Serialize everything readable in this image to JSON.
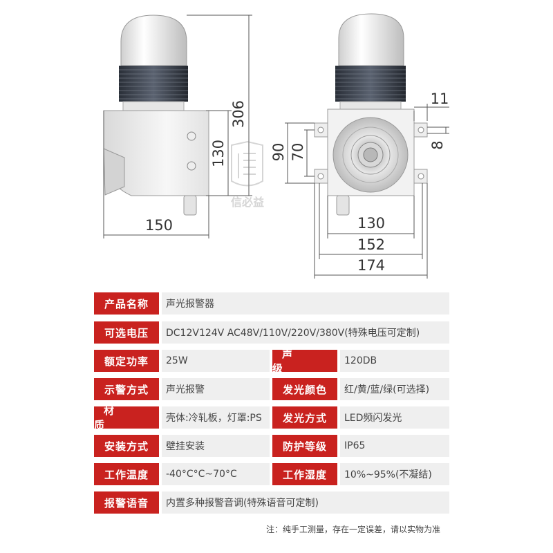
{
  "dimensions": {
    "side_width": "150",
    "side_height": "130",
    "total_height": "306",
    "body_width": "130",
    "flange_width": "152",
    "overall_width": "174",
    "bracket_tab": "11",
    "bracket_hole": "8",
    "mount_spacing": "90",
    "mount_inner": "70"
  },
  "watermark": {
    "text": "信必益"
  },
  "specs": {
    "product_name": {
      "label": "产品名称",
      "value": "声光报警器"
    },
    "voltage": {
      "label": "可选电压",
      "value": "DC12V124V    AC48V/110V/220V/380V(特殊电压可定制)"
    },
    "power": {
      "label": "额定功率",
      "value": "25W"
    },
    "sound_level": {
      "label": "声　级",
      "value": "120DB"
    },
    "alarm_mode": {
      "label": "示警方式",
      "value": "声光报警"
    },
    "light_color": {
      "label": "发光颜色",
      "value": "红/黄/蓝/绿(可选择)"
    },
    "material": {
      "label": "材　质",
      "value": "壳体:冷轧板，灯罩:PS"
    },
    "light_mode": {
      "label": "发光方式",
      "value": "LED频闪发光"
    },
    "install": {
      "label": "安装方式",
      "value": "壁挂安装"
    },
    "protection": {
      "label": "防护等级",
      "value": "IP65"
    },
    "temperature": {
      "label": "工作温度",
      "value": "-40°C°C~70°C"
    },
    "humidity": {
      "label": "工作湿度",
      "value": "10%~95%(不凝结)"
    },
    "voice": {
      "label": "报警语音",
      "value": "内置多种报警音调(特殊语音可定制)"
    }
  },
  "note": "注：纯手工测量，存在一定误差，请以实物为准",
  "colors": {
    "label_bg": "#c9221f",
    "value_bg": "#efefef",
    "line": "#555555"
  }
}
